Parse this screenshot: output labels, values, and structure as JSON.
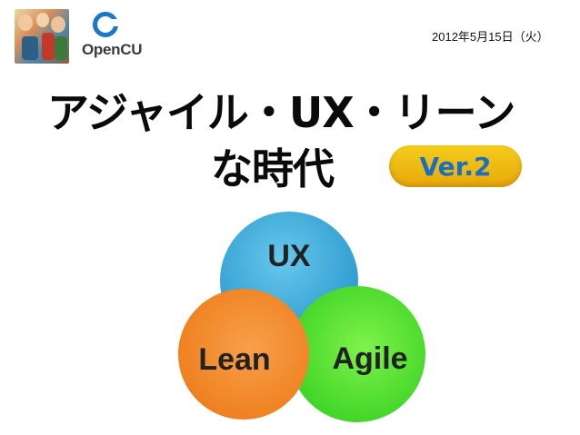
{
  "header": {
    "logo_text": "OpenCU",
    "date": "2012年5月15日（火）"
  },
  "title": {
    "line1": "アジャイル・UX・リーン",
    "line2": "な時代",
    "version_badge": "Ver.2"
  },
  "venn": {
    "ux": "UX",
    "agile": "Agile",
    "lean": "Lean"
  },
  "colors": {
    "ux": "#2f9bd0",
    "agile": "#43d629",
    "lean": "#ef8121",
    "badge_bg": "#f0bb14",
    "badge_text": "#1a6fbf"
  }
}
